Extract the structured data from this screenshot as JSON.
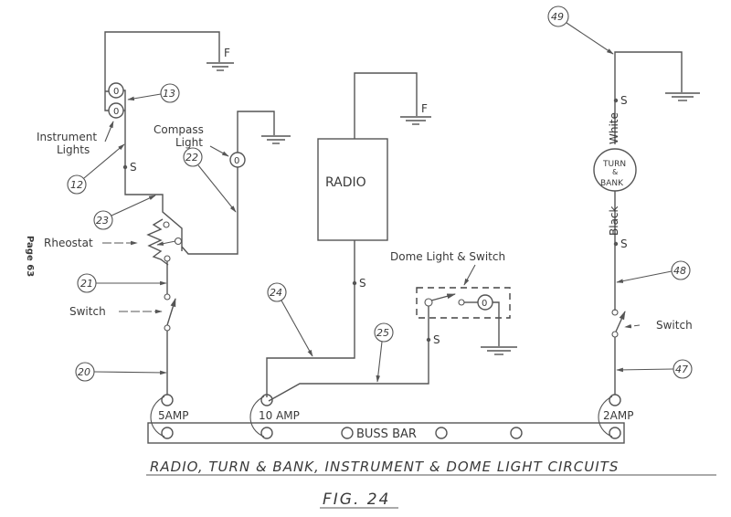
{
  "figure": {
    "caption": "RADIO, TURN & BANK, INSTRUMENT & DOME LIGHT CIRCUITS",
    "number": "FIG. 24",
    "page_label": "Page 63"
  },
  "components": {
    "instrument_lights": "Instrument Lights",
    "instrument_lights_line1": "Instrument",
    "instrument_lights_line2": "Lights",
    "compass_light_line1": "Compass",
    "compass_light_line2": "Light",
    "rheostat": "Rheostat",
    "switch_left": "Switch",
    "switch_right": "Switch",
    "radio": "RADIO",
    "dome_light_switch": "Dome Light & Switch",
    "turn_bank_line1": "TURN",
    "turn_bank_line2": "&",
    "turn_bank_line3": "BANK",
    "buss_bar": "BUSS BAR"
  },
  "fuses": {
    "fuse_5": "5AMP",
    "fuse_10": "10 AMP",
    "fuse_2": "2AMP"
  },
  "wire_labels": {
    "white": "White",
    "black": "Black",
    "splice": "S",
    "ground_f": "F"
  },
  "callouts": [
    "13",
    "12",
    "22",
    "23",
    "21",
    "20",
    "24",
    "25",
    "49",
    "48",
    "47"
  ]
}
